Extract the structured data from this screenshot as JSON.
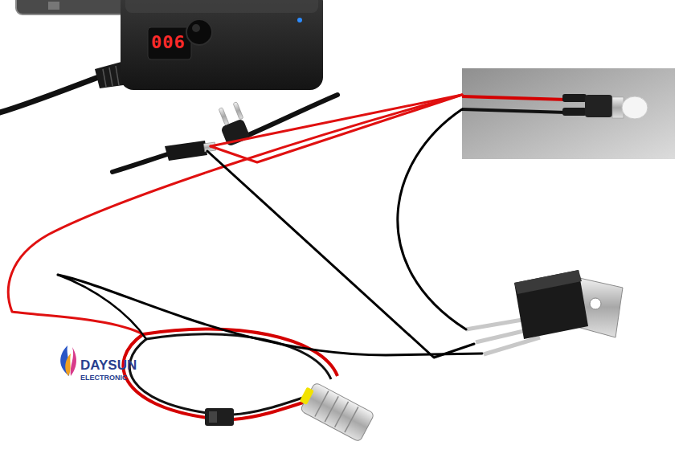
{
  "diagram": {
    "labels": [
      "006",
      "DAYSUN",
      "ELECTRONIC"
    ]
  }
}
